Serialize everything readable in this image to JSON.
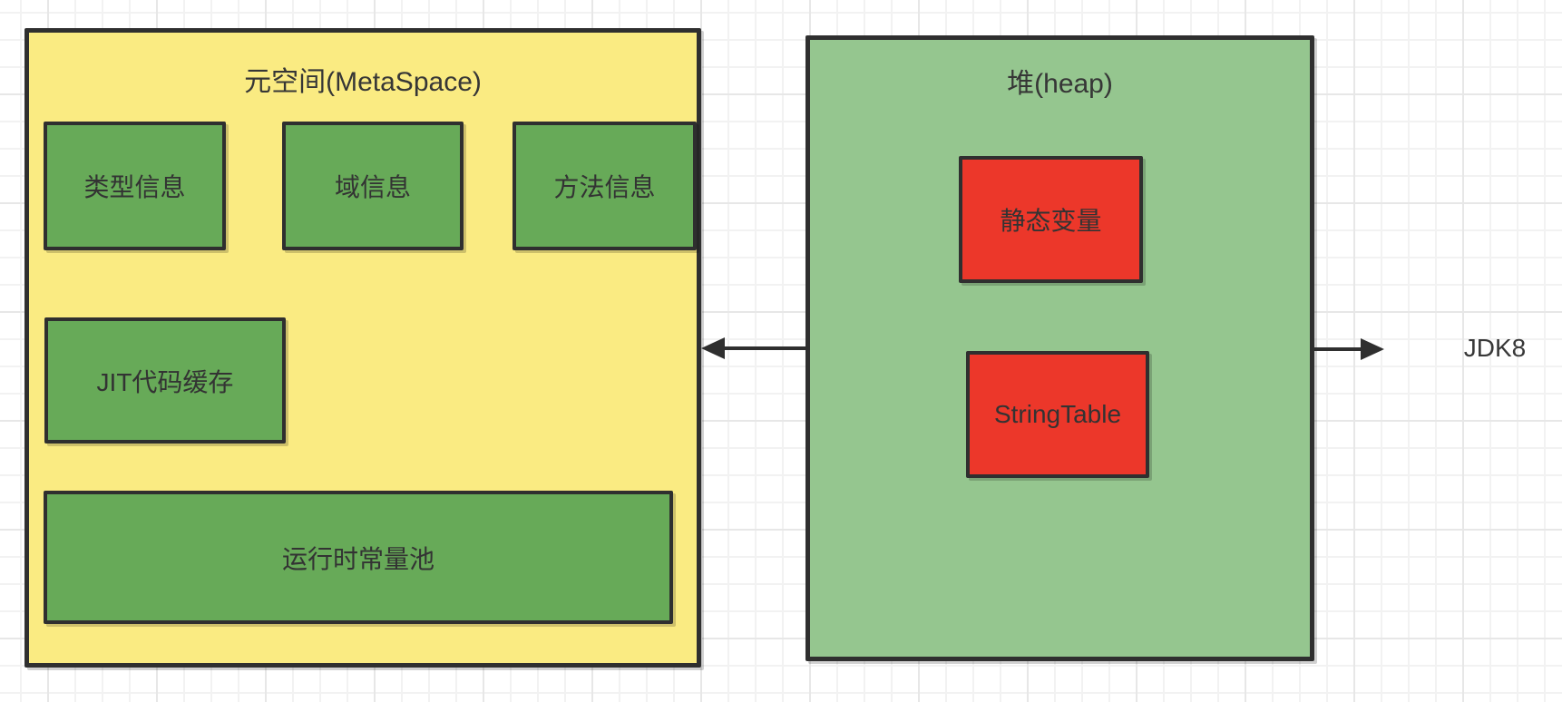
{
  "canvas": {
    "background": "#FFFFFF",
    "grid_minor_color": "#F2F2F2",
    "grid_major_color": "#E7E7E7"
  },
  "diagram": {
    "metaspace": {
      "title": "元空间(MetaSpace)",
      "fill": "#FAEB82",
      "nodes": [
        {
          "id": "type-info",
          "label": "类型信息",
          "fill": "#67AA58"
        },
        {
          "id": "field-info",
          "label": "域信息",
          "fill": "#67AA58"
        },
        {
          "id": "method-info",
          "label": "方法信息",
          "fill": "#67AA58"
        },
        {
          "id": "jit-code-cache",
          "label": "JIT代码缓存",
          "fill": "#67AA58"
        },
        {
          "id": "runtime-constant-pool",
          "label": "运行时常量池",
          "fill": "#67AA58"
        }
      ]
    },
    "heap": {
      "title": "堆(heap)",
      "fill": "#95C68F",
      "nodes": [
        {
          "id": "static-variables",
          "label": "静态变量",
          "fill": "#EC372A"
        },
        {
          "id": "string-table",
          "label": "StringTable",
          "fill": "#EC372A"
        }
      ]
    },
    "arrows": [
      {
        "id": "heap-to-metaspace",
        "direction": "left"
      },
      {
        "id": "heap-to-outside",
        "direction": "right"
      }
    ],
    "annotation": {
      "label": "JDK8"
    },
    "colors": {
      "border": "#2F2F2F",
      "text": "#333333",
      "arrow": "#2F2F2F"
    }
  }
}
